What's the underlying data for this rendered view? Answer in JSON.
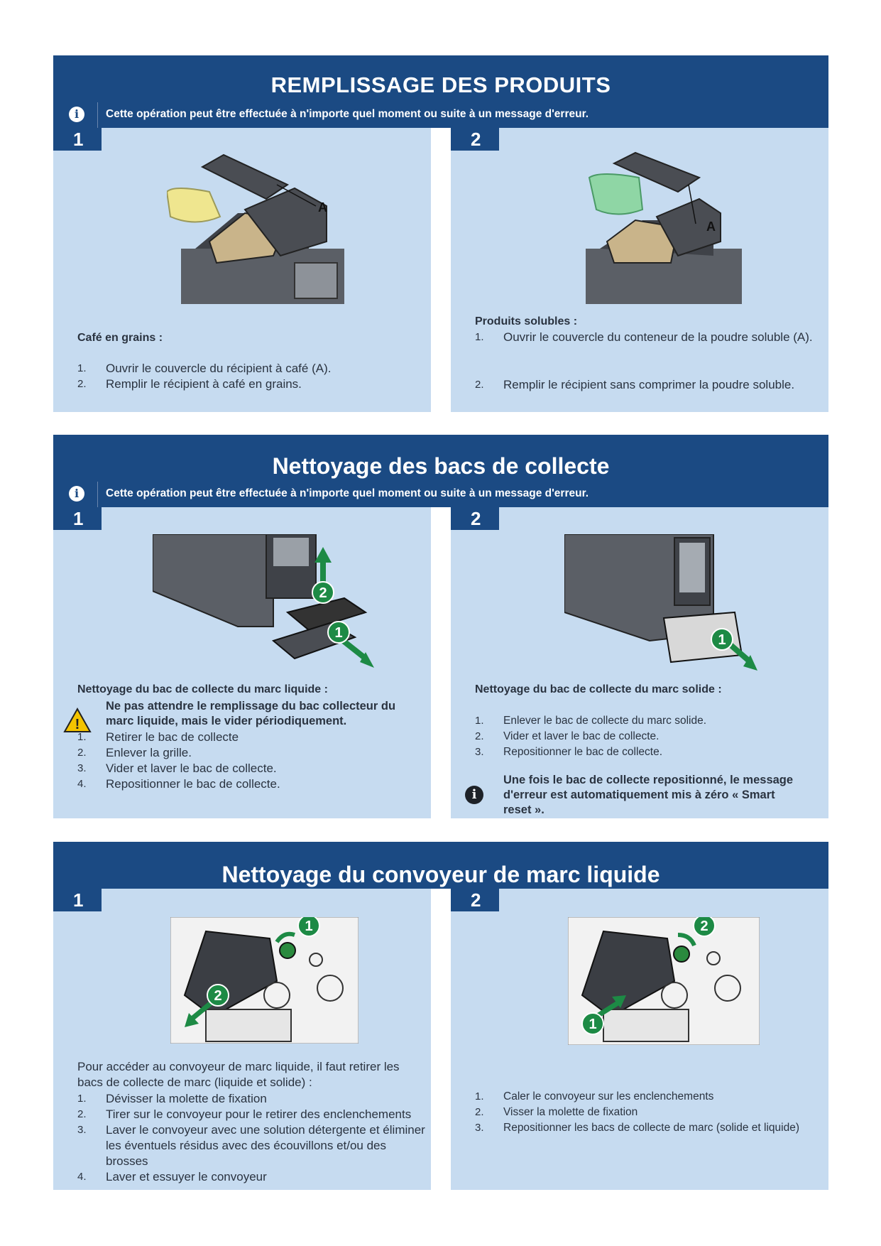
{
  "section1": {
    "title": "REMPLISSAGE DES PRODUITS",
    "info": "Cette opération peut être effectuée à n'importe quel moment ou suite à un message d'erreur.",
    "panel1": {
      "tab": "1",
      "callout": "A",
      "heading": "Café en grains :",
      "steps": [
        {
          "n": "1.",
          "text": "Ouvrir le couvercle du récipient à café (A)."
        },
        {
          "n": "2.",
          "text": "Remplir le récipient à café en grains."
        }
      ]
    },
    "panel2": {
      "tab": "2",
      "callout": "A",
      "heading": "Produits solubles :",
      "steps": [
        {
          "n": "1.",
          "text": "Ouvrir le couvercle du conteneur de la poudre soluble (A)."
        },
        {
          "n": "2.",
          "text": "Remplir le récipient sans comprimer la poudre soluble."
        }
      ]
    }
  },
  "section2": {
    "title": "Nettoyage des bacs de collecte",
    "info": "Cette opération peut être effectuée à n'importe quel moment ou suite à un message d'erreur.",
    "panel1": {
      "tab": "1",
      "badges": [
        "2",
        "1"
      ],
      "heading": "Nettoyage du bac de collecte du marc liquide :",
      "warning": "Ne pas attendre le remplissage du bac collecteur du marc liquide, mais le vider périodiquement.",
      "steps": [
        {
          "n": "1.",
          "text": "Retirer le bac de collecte"
        },
        {
          "n": "2.",
          "text": "Enlever la grille."
        },
        {
          "n": "3.",
          "text": "Vider et laver le bac de collecte."
        },
        {
          "n": "4.",
          "text": "Repositionner le bac de collecte."
        }
      ]
    },
    "panel2": {
      "tab": "2",
      "badges": [
        "1"
      ],
      "heading": "Nettoyage du bac de collecte du marc solide :",
      "steps": [
        {
          "n": "1.",
          "text": "Enlever le bac de collecte du marc solide."
        },
        {
          "n": "2.",
          "text": "Vider et laver le bac de collecte."
        },
        {
          "n": "3.",
          "text": "Repositionner le bac de collecte."
        }
      ],
      "note": "Une fois le bac de collecte repositionné, le message d'erreur est automatiquement mis à zéro « Smart reset »."
    }
  },
  "section3": {
    "title": "Nettoyage du convoyeur de marc liquide",
    "panel1": {
      "tab": "1",
      "badges": [
        "1",
        "2"
      ],
      "intro": "Pour accéder au convoyeur de marc liquide, il faut retirer les bacs de collecte de marc (liquide et solide) :",
      "steps": [
        {
          "n": "1.",
          "text": "Dévisser la molette de fixation"
        },
        {
          "n": "2.",
          "text": "Tirer sur le convoyeur pour le retirer des enclenchements"
        },
        {
          "n": "3.",
          "text": "Laver le convoyeur avec une solution détergente et éliminer les éventuels résidus avec des écouvillons et/ou des brosses"
        },
        {
          "n": "4.",
          "text": "Laver et essuyer le convoyeur"
        }
      ]
    },
    "panel2": {
      "tab": "2",
      "badges": [
        "2",
        "1"
      ],
      "steps": [
        {
          "n": "1.",
          "text": "Caler le convoyeur sur les enclenchements"
        },
        {
          "n": "2.",
          "text": "Visser la molette de fixation"
        },
        {
          "n": "3.",
          "text": "Repositionner les bacs de collecte de marc (solide et liquide)"
        }
      ]
    }
  },
  "colors": {
    "header": "#1b4a83",
    "panel": "#c6dbf0",
    "badge": "#1d8a45",
    "warning": "#f4c400"
  },
  "icons": [
    "info-icon",
    "warning-icon",
    "coffee-machine-illustration"
  ]
}
